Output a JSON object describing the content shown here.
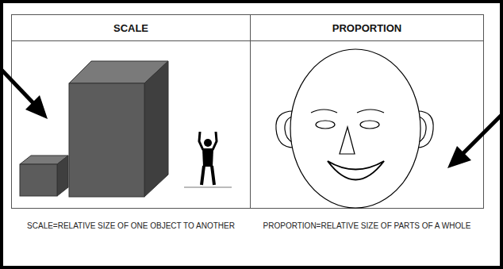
{
  "diagram": {
    "nodes": [
      {
        "text": [
          "SCALE"
        ]
      },
      {
        "text": [
          "PROPORTION"
        ]
      }
    ],
    "labels": [
      "SCALE=RELATIVE SIZE OF ONE OBJECT TO ANOTHER",
      "PROPORTION=RELATIVE SIZE OF PARTS OF A WHOLE"
    ]
  }
}
